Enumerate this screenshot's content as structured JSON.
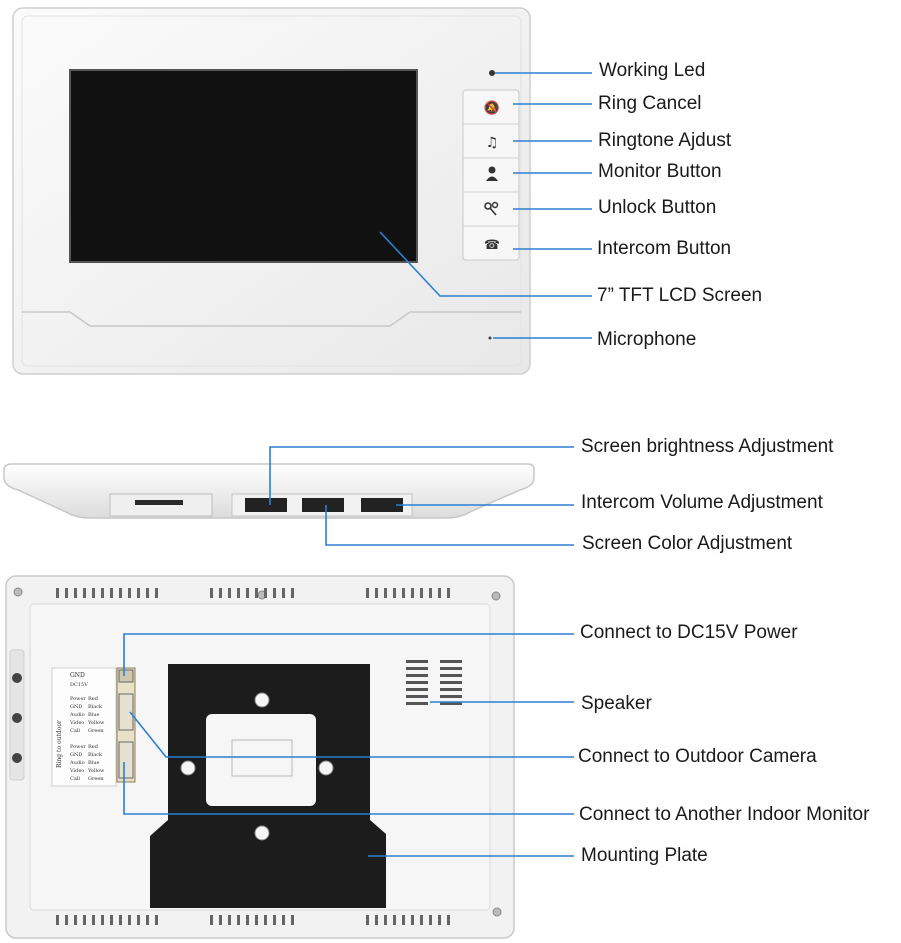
{
  "front_view": {
    "callouts": {
      "working_led": "Working Led",
      "ring_cancel": "Ring Cancel",
      "ringtone_adjust": "Ringtone Ajdust",
      "monitor_button": "Monitor Button",
      "unlock_button": "Unlock Button",
      "intercom_button": "Intercom Button",
      "lcd_screen": "7” TFT LCD Screen",
      "microphone": "Microphone"
    },
    "button_icons": [
      "bell-off-icon",
      "music-note-icon",
      "person-icon",
      "keys-icon",
      "phone-icon"
    ]
  },
  "side_view": {
    "callouts": {
      "brightness": "Screen brightness Adjustment",
      "volume": "Intercom Volume Adjustment",
      "color": "Screen Color Adjustment"
    }
  },
  "rear_view": {
    "callouts": {
      "power": "Connect to DC15V Power",
      "speaker": "Speaker",
      "outdoor_camera": "Connect to Outdoor Camera",
      "indoor_monitor": "Connect to Another Indoor Monitor",
      "mounting_plate": "Mounting Plate"
    },
    "terminal_labels": {
      "gnd": "GND",
      "dc15": "DC15V",
      "ring_to_outdoor": "Ring to outdoor",
      "rows": [
        "Power",
        "GND",
        "Audio",
        "Video",
        "Call"
      ],
      "wire_colors": [
        "Red",
        "Black",
        "Blue",
        "Yellow",
        "Green"
      ]
    }
  },
  "colors": {
    "callout_line": "#2b7fd4",
    "housing": "#f4f4f4",
    "screen": "#111111",
    "plate": "#1c1c1c"
  }
}
